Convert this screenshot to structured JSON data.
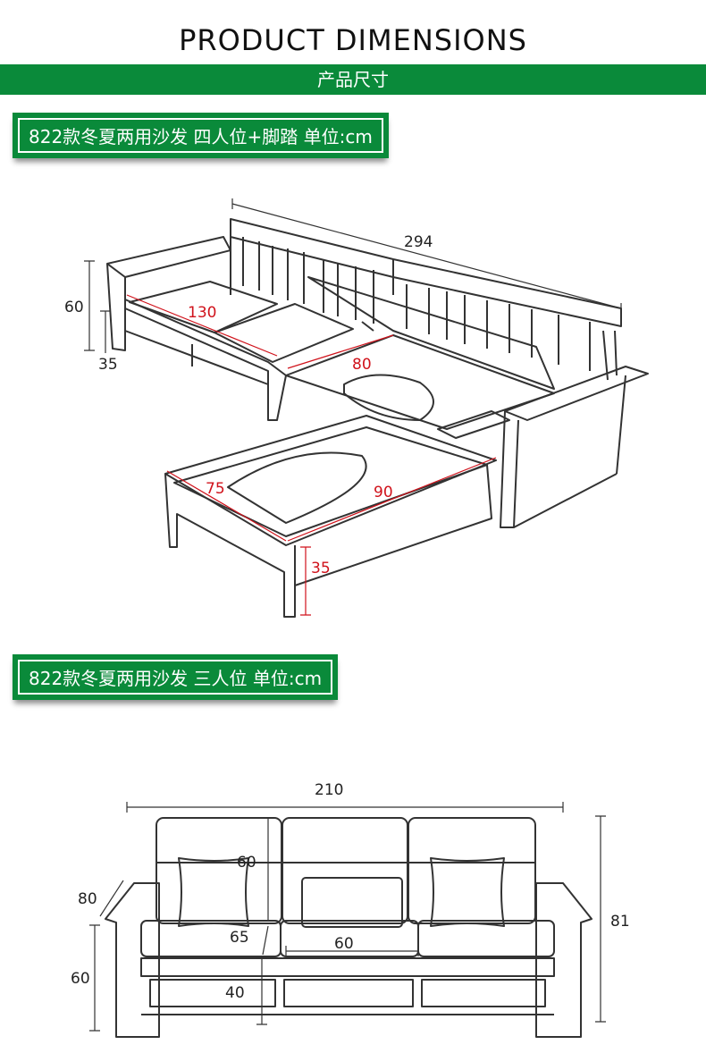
{
  "header": {
    "title": "PRODUCT DIMENSIONS",
    "subtitle_cn": "产品尺寸"
  },
  "sections": [
    {
      "label": "822款冬夏两用沙发 四人位+脚踏 单位:cm",
      "dims": {
        "length": "294",
        "back_height": "60",
        "seat_height": "35",
        "seat_width": "130",
        "seat_depth": "80",
        "ottoman_depth": "75",
        "ottoman_width": "90",
        "ottoman_height": "35"
      }
    },
    {
      "label": "822款冬夏两用沙发 三人位 单位:cm",
      "dims": {
        "length": "210",
        "back_height": "60",
        "depth": "80",
        "total_height": "81",
        "seat_depth": "65",
        "cushion_width": "60",
        "seat_height": "60",
        "leg_height": "40"
      }
    }
  ],
  "colors": {
    "band": "#0a8a3a",
    "dimension_red": "#d0121b"
  }
}
